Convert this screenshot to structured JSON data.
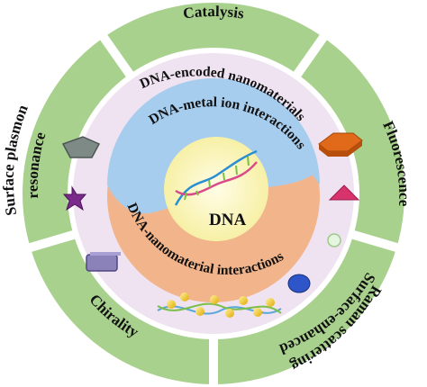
{
  "colors": {
    "outer_segment": "#a9d18e",
    "ring": "#efe3f2",
    "blue_band": "#a7cdee",
    "orange_band": "#f2b48a",
    "core": "#fbf6b9"
  },
  "segments": [
    {
      "id": "catalysis",
      "label": "Catalysis"
    },
    {
      "id": "fluorescence",
      "label": "Fluorescence"
    },
    {
      "id": "sers",
      "label_line1": "Surface-enhanced",
      "label_line2": "Raman scattering"
    },
    {
      "id": "chirality",
      "label": "Chirality"
    },
    {
      "id": "spr",
      "label_line1": "Surface plasmon",
      "label_line2": "resonance"
    }
  ],
  "ring_label": "DNA-encoded nanomaterials",
  "blue_label": "DNA-metal ion interactions",
  "orange_label": "DNA-nanomaterial interactions",
  "center": {
    "label": "DNA",
    "icon": "dna-double-helix-icon"
  },
  "decorations": [
    "pentagon-icon",
    "hexagon-prism-icon",
    "star-icon",
    "triangle-prism-icon",
    "rectangle-prism-icon",
    "sphere-icon",
    "disc-icon",
    "dna-gold-nanoparticle-strand-icon"
  ]
}
